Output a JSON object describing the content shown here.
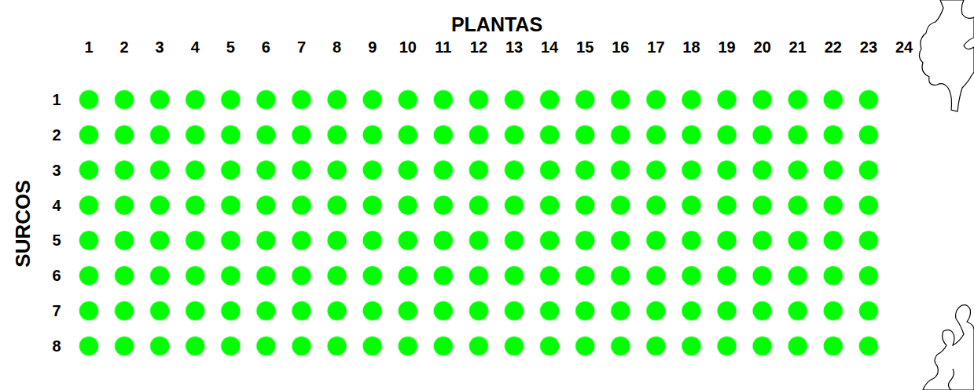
{
  "diagram": {
    "title": "PLANTAS",
    "labels": [
      "SURCOS",
      "1",
      "2",
      "3",
      "4",
      "5",
      "6",
      "7",
      "8",
      "9",
      "10",
      "11",
      "12",
      "13",
      "14",
      "15",
      "16",
      "17",
      "18",
      "19",
      "20",
      "21",
      "22",
      "23",
      "24",
      "1",
      "2",
      "3",
      "4",
      "5",
      "6",
      "7",
      "8"
    ]
  }
}
